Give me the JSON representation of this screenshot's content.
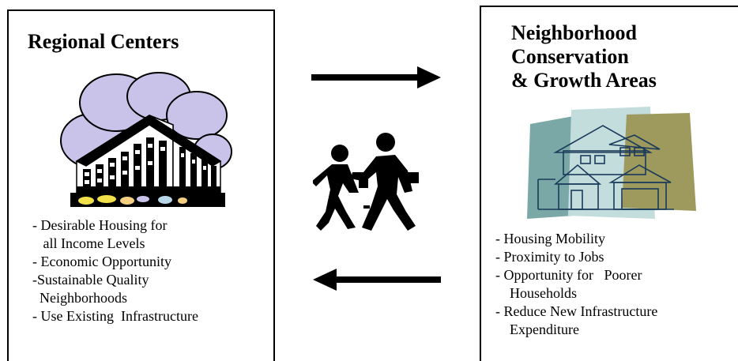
{
  "left_panel": {
    "title": "Regional Centers",
    "items": [
      "- Desirable Housing for",
      "   all Income Levels",
      "- Economic Opportunity",
      "-Sustainable Quality",
      "  Neighborhoods",
      "- Use Existing  Infrastructure"
    ]
  },
  "right_panel": {
    "title_lines": [
      "Neighborhood",
      "Conservation",
      "& Growth Areas"
    ],
    "items": [
      "- Housing Mobility",
      "- Proximity to Jobs",
      "- Opportunity for   Poorer",
      "    Households",
      "- Reduce New Infrastructure",
      "    Expenditure"
    ]
  },
  "icons": {
    "left_image": "city-building-icon",
    "right_image": "house-icon",
    "center_image": "walking-people-icon",
    "top_arrow": "arrow-right-icon",
    "bottom_arrow": "arrow-left-icon"
  },
  "colors": {
    "cloud": "#c9c3ea",
    "house_teal": "#7aa8a6",
    "house_khaki": "#9e9a5e",
    "house_light": "#c3dcdc"
  }
}
